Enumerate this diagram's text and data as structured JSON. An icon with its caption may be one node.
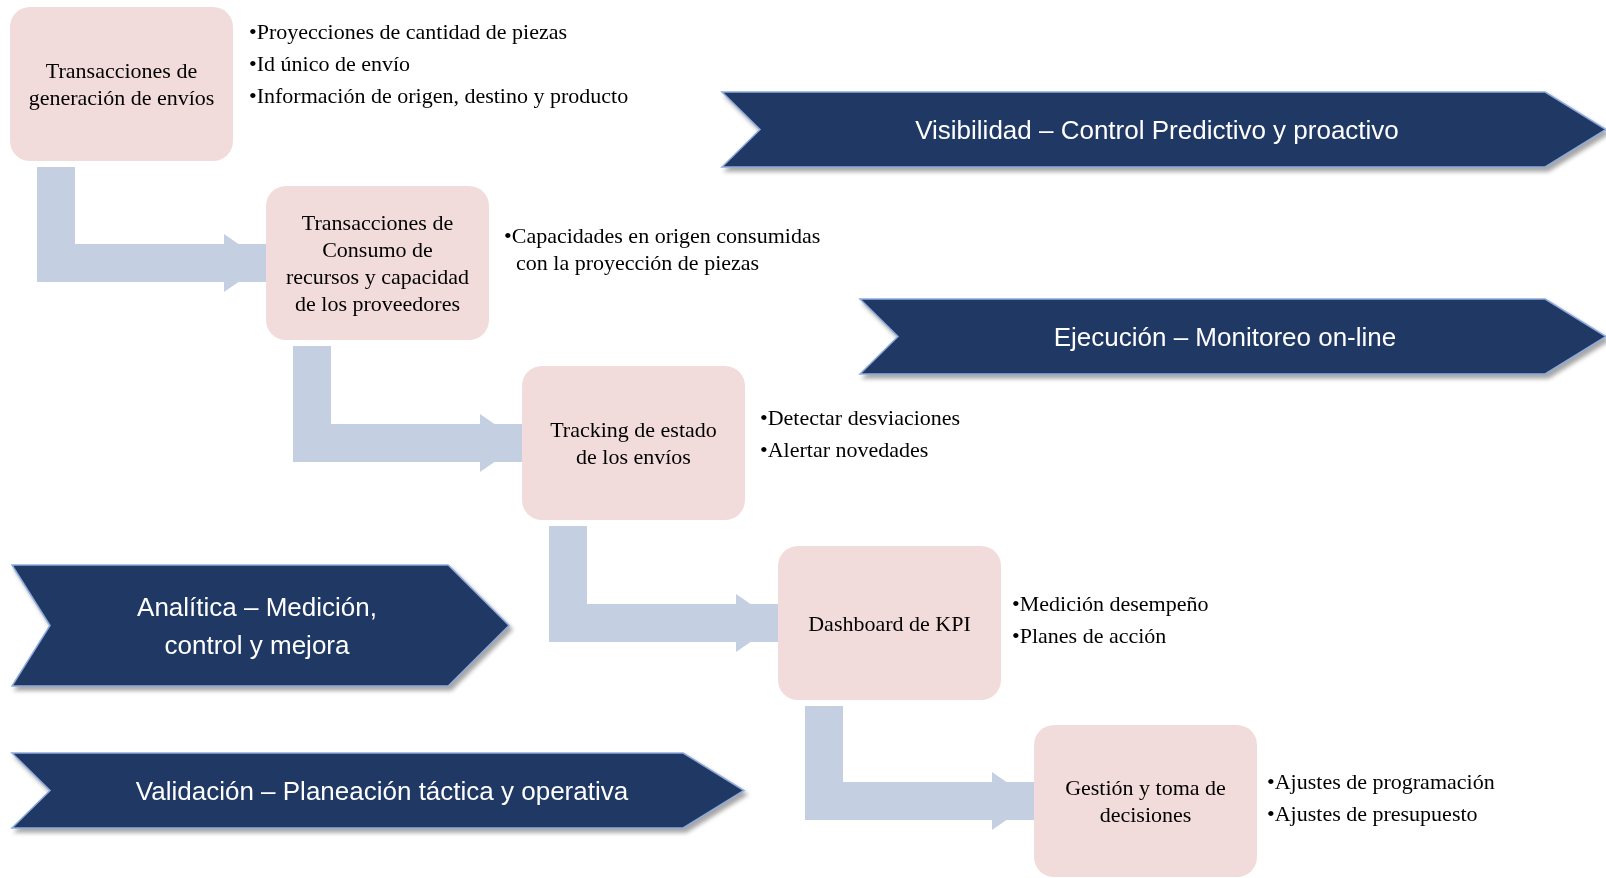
{
  "diagram": {
    "nodes": [
      {
        "text": [
          "Transacciones de generación de envíos"
        ],
        "beside": [
          "•Proyecciones de cantidad de piezas",
          "•Id único de envío",
          "•Información de origen, destino y producto"
        ]
      },
      {
        "text": [
          "Transacciones de Consumo de recursos y capacidad de los proveedores"
        ],
        "beside": [
          "•Capacidades en origen consumidas con la proyección de piezas"
        ]
      },
      {
        "text": [
          "Tracking de estado de los envíos"
        ],
        "beside": [
          "•Detectar desviaciones",
          "•Alertar novedades"
        ]
      },
      {
        "text": [
          "Dashboard de KPI"
        ],
        "beside": [
          "•Medición desempeño",
          "•Planes de acción"
        ]
      },
      {
        "text": [
          "Gestión y toma de decisiones"
        ],
        "beside": [
          "•Ajustes de programación",
          "•Ajustes de presupuesto"
        ]
      },
      {
        "text": [
          "Visibilidad – Control Predictivo y proactivo"
        ]
      },
      {
        "text": [
          "Ejecución – Monitoreo on-line"
        ]
      },
      {
        "text": [
          "Analítica – Medición, control y mejora"
        ]
      },
      {
        "text": [
          "Validación – Planeación táctica y operativa"
        ]
      }
    ],
    "edges": [
      {
        "from": 0,
        "to": 1,
        "arrow": "to"
      },
      {
        "from": 1,
        "to": 2,
        "arrow": "to"
      },
      {
        "from": 2,
        "to": 3,
        "arrow": "to"
      },
      {
        "from": 3,
        "to": 4,
        "arrow": "to"
      }
    ]
  }
}
